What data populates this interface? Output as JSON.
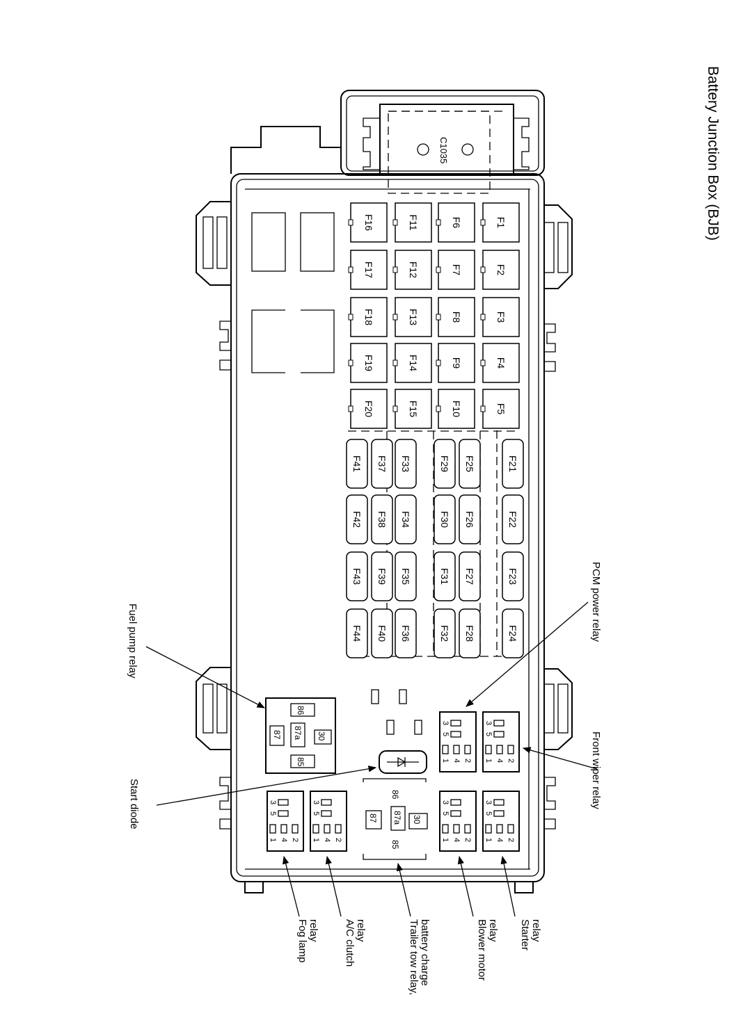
{
  "title": "Battery Junction Box (BJB)",
  "connector": "C1035",
  "fuses": {
    "mini_rows": [
      [
        "F16",
        "F17",
        "F18",
        "F19",
        "F20"
      ],
      [
        "F11",
        "F12",
        "F13",
        "F14",
        "F15"
      ],
      [
        "F6",
        "F7",
        "F8",
        "F9",
        "F10"
      ],
      [
        "F1",
        "F2",
        "F3",
        "F4",
        "F5"
      ]
    ],
    "cartridge_rows": [
      [
        "F41",
        "F42",
        "F43",
        "F44"
      ],
      [
        "F37",
        "F38",
        "F39",
        "F40"
      ],
      [
        "F33",
        "F34",
        "F35",
        "F36"
      ],
      [
        "F29",
        "F30",
        "F31",
        "F32"
      ],
      [
        "F25",
        "F26",
        "F27",
        "F28"
      ],
      [
        "F21",
        "F22",
        "F23",
        "F24"
      ]
    ]
  },
  "relay_pins": {
    "micro": [
      "3",
      "5",
      "4",
      "1",
      "2"
    ],
    "iso": [
      "86",
      "87",
      "87a",
      "30",
      "85"
    ]
  },
  "labels": {
    "pcm_power_relay": "PCM power relay",
    "fuel_pump_relay": "Fuel pump relay",
    "front_wiper_relay": "Front wiper relay",
    "start_diode": "Start diode",
    "fog_lamp_relay": [
      "Fog lamp",
      "relay"
    ],
    "ac_clutch_relay": [
      "A/C clutch",
      "relay"
    ],
    "trailer_tow_relay": [
      "Trailer tow relay,",
      "battery charge"
    ],
    "blower_motor_relay": [
      "Blower motor",
      "relay"
    ],
    "starter_relay": [
      "Starter",
      "relay"
    ]
  }
}
